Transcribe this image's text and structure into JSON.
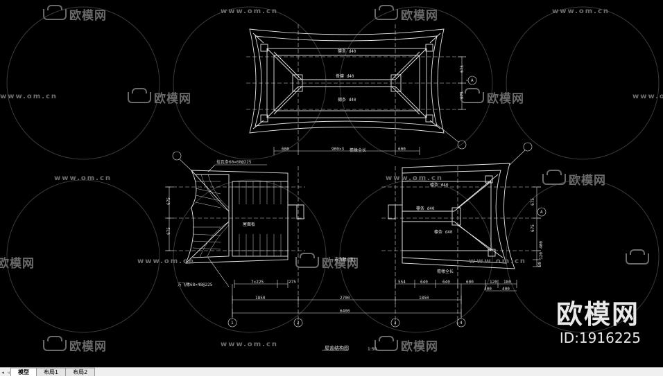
{
  "watermark": {
    "brand": "欧模网",
    "url": "www.om.cn",
    "big_brand": "欧模网",
    "id_label": "ID:1916225"
  },
  "drawing": {
    "title": "屋盖结构图",
    "scale": "1:50",
    "top_plan": {
      "labels": [
        "檩条 d40",
        "脊檩 d40",
        "檩条 d40"
      ],
      "dims_bottom": [
        "600",
        "900×3",
        "600"
      ],
      "dim_note": "檐椽全长",
      "dims_right": [
        "675",
        "675"
      ],
      "axis": "A",
      "marker": "①"
    },
    "left_plan": {
      "labels": [
        "挂瓦条60×60@225",
        "屋面板",
        "苏飞椽(檐)",
        "方飞椽68×48@225"
      ],
      "dims_left": [
        "675",
        "675"
      ],
      "dims_bottom": [
        "7×225",
        "275"
      ],
      "marker": "①"
    },
    "right_plan": {
      "labels": [
        "檩条 d40",
        "檩条 d40",
        "檩条 d40",
        "檐椽全长"
      ],
      "dims_bottom": [
        "554",
        "640",
        "640",
        "600",
        "120",
        "180",
        "400",
        "400"
      ],
      "dims_right": [
        "675",
        "675",
        "400",
        "120",
        "80"
      ],
      "axis": "A",
      "marker": "①"
    },
    "overall_dims": [
      "1850",
      "2700",
      "1850",
      "6400"
    ],
    "axes": [
      "1",
      "2",
      "3",
      "4"
    ]
  },
  "tabs": {
    "items": [
      "模型",
      "布局1",
      "布局2"
    ],
    "active": "模型"
  }
}
